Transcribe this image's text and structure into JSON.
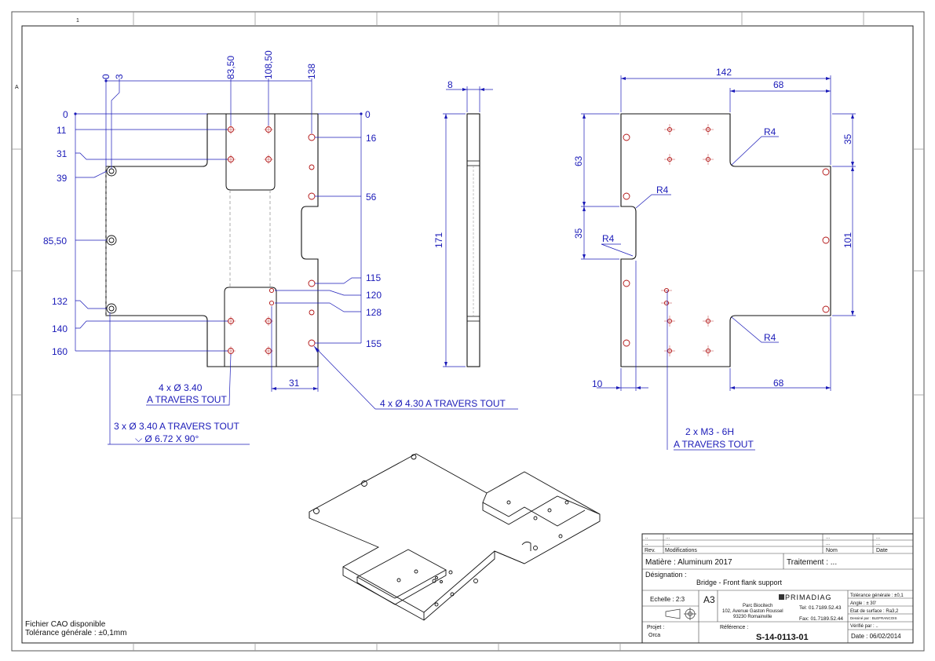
{
  "sheet": {
    "col_marker": "1",
    "row_marker": "A",
    "footer_note_1": "Fichier CAO disponible",
    "footer_note_2": "Tolérance générale : ±0,1mm"
  },
  "view_front": {
    "top_dims": [
      "0",
      "3",
      "83,50",
      "108,50",
      "138"
    ],
    "left_dims": [
      "0",
      "11",
      "31",
      "39",
      "85,50",
      "132",
      "140",
      "160"
    ],
    "right_dims": [
      "0",
      "16",
      "56",
      "115",
      "120",
      "128",
      "155"
    ],
    "bottom_dim": "31",
    "note_holes_340": [
      "4 x Ø 3.40",
      "A TRAVERS TOUT"
    ],
    "note_holes_csk": [
      "3 x Ø 3.40 A TRAVERS TOUT",
      "⌵ Ø 6.72 X 90°"
    ],
    "note_holes_430": "4 x Ø 4.30 A TRAVERS TOUT"
  },
  "view_side": {
    "thickness": "8",
    "height": "171"
  },
  "view_right": {
    "width_total": "142",
    "width_top": "68",
    "dim_35_top": "35",
    "dim_63": "63",
    "dim_35_left": "35",
    "dim_101": "101",
    "dim_10": "10",
    "width_bottom": "68",
    "radii": [
      "R4",
      "R4",
      "R4",
      "R4"
    ],
    "note_m3": [
      "2 x M3 - 6H",
      "A TRAVERS TOUT"
    ]
  },
  "title_block": {
    "rev_rows": [
      [
        "..",
        "...",
        "...",
        "..."
      ],
      [
        "..",
        "...",
        "...",
        "..."
      ]
    ],
    "rev_header": [
      "Rev.",
      "Modifications",
      "Nom",
      "Date"
    ],
    "matiere": "Matière : Aluminum 2017",
    "traitement": "Traitement : ...",
    "designation_label": "Désignation :",
    "designation": "Bridge - Front flank support",
    "echelle": "Echelle : 2:3",
    "format": "A3",
    "company": "PRIMADIAG",
    "address": [
      "Parc Biocitech",
      "102, Avenue Gaston Roussel",
      "93230 Romainville"
    ],
    "tel": "Tel: 01.7189.52.43",
    "fax": "Fax: 01.7189.52.44",
    "tolerance": "Tolérance générale : ±0,1",
    "angle": "Angle : ± 30'",
    "surface": "Etat de surface : Ra3,2",
    "dessine": "Dessiné par : BLEFRANCOIS",
    "verifie": "Vérifié par : ..",
    "projet_label": "Projet :",
    "projet": "Orca",
    "reference_label": "Référence :",
    "reference": "S-14-0113-01",
    "date": "Date : 06/02/2014"
  }
}
